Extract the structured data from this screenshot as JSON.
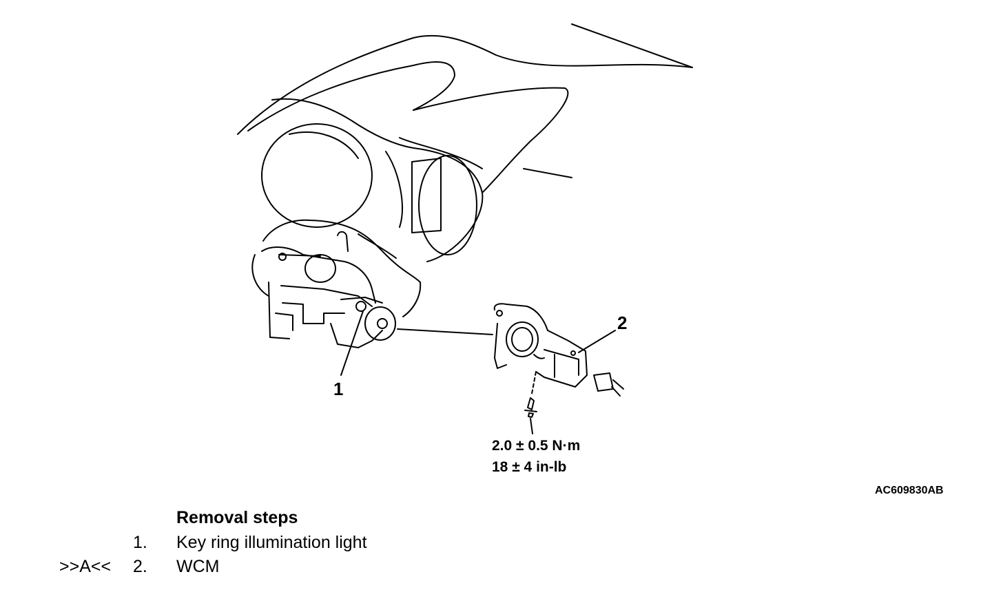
{
  "diagram": {
    "callout_1": "1",
    "callout_2": "2",
    "torque_metric": "2.0 ± 0.5 N·m",
    "torque_imperial": "18 ± 4 in-lb",
    "figure_id": "AC609830AB"
  },
  "removal": {
    "title": "Removal steps",
    "steps": [
      {
        "ref": "",
        "number": "1.",
        "label": "Key ring illumination light"
      },
      {
        "ref": ">>A<<",
        "number": "2.",
        "label": "WCM"
      }
    ]
  }
}
